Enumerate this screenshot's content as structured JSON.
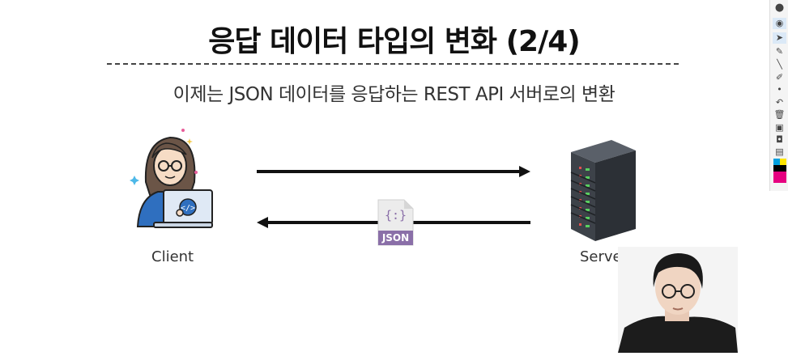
{
  "slide": {
    "title": "응답 데이터 타입의 변화 (2/4)",
    "subtitle": "이제는 JSON 데이터를 응답하는 REST API 서버로의 변환",
    "client_label": "Client",
    "server_label": "Server",
    "json_label": "JSON",
    "json_icon_glyph": "{:}"
  },
  "toolbar": {
    "items": [
      {
        "icon": "logo-icon",
        "glyph": "●"
      },
      {
        "icon": "eye-icon",
        "glyph": "◉"
      },
      {
        "icon": "pointer-icon",
        "glyph": "➤"
      },
      {
        "icon": "pen-icon",
        "glyph": "✎"
      },
      {
        "icon": "line-icon",
        "glyph": "╲"
      },
      {
        "icon": "highlighter-icon",
        "glyph": "✐"
      },
      {
        "icon": "dot-icon",
        "glyph": "•"
      },
      {
        "icon": "undo-icon",
        "glyph": "↶"
      },
      {
        "icon": "trash-icon",
        "glyph": "🗑"
      },
      {
        "icon": "stamp-icon",
        "glyph": "▣"
      },
      {
        "icon": "camera-icon",
        "glyph": "◘"
      },
      {
        "icon": "clipboard-icon",
        "glyph": "▤"
      }
    ],
    "colors": [
      "#00a0e0",
      "#ffe600",
      "#000000",
      "#e60080"
    ]
  },
  "colors": {
    "arrow": "#111111",
    "json_file": "#8a6fa8",
    "server_body": "#3d4249",
    "server_light": "#59d060",
    "client_shirt": "#2f6fbf"
  }
}
